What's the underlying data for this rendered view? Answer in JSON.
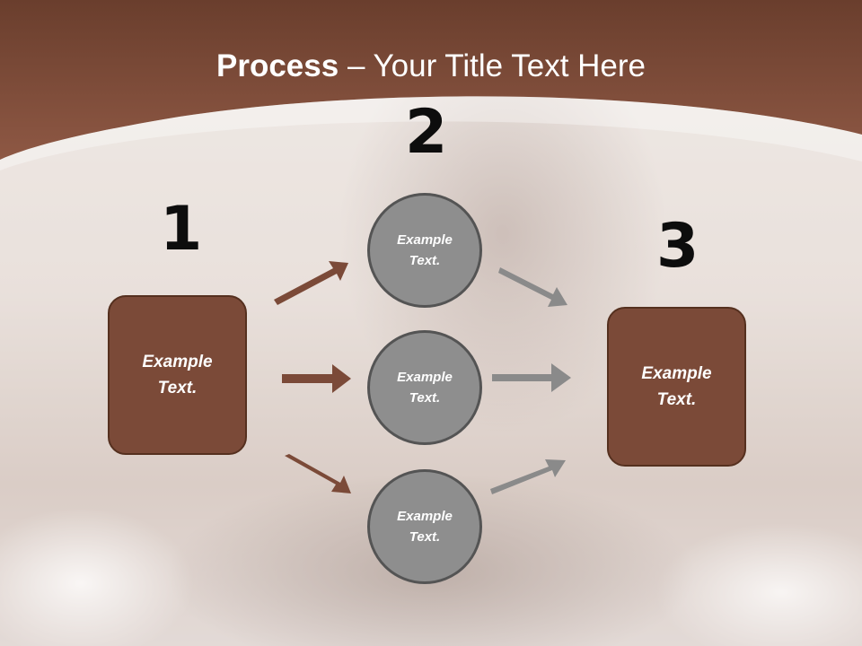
{
  "slide": {
    "title_bold": "Process",
    "title_rest": " – Your Title Text Here",
    "steps": [
      {
        "number": "1",
        "box_text": "Example\nText."
      },
      {
        "number": "2",
        "circles": [
          "Example\nText.",
          "Example\nText.",
          "Example\nText."
        ]
      },
      {
        "number": "3",
        "box_text": "Example\nText."
      }
    ]
  },
  "colors": {
    "header_brown": "#7a4a36",
    "box_fill": "#7b4a38",
    "box_border": "#55301f",
    "circle_fill": "#8e8e8e",
    "circle_border": "#545454",
    "arrow_brown": "#7b4a38",
    "arrow_gray": "#8a8a8a"
  }
}
